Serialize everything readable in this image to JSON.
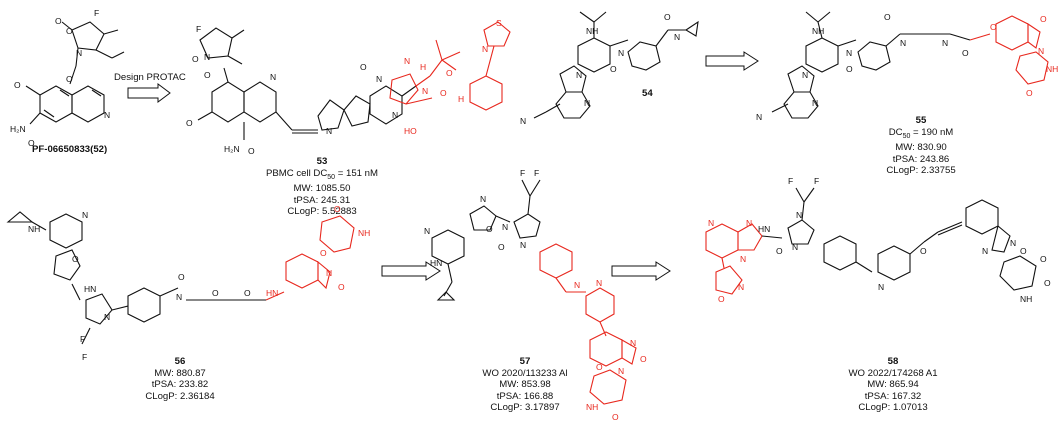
{
  "arrow_label": "Design PROTAC",
  "colors": {
    "black": "#111111",
    "red": "#e8281e"
  },
  "compounds": [
    {
      "id": "PF-06650833(52)",
      "lines": []
    },
    {
      "id": "53",
      "lines": [
        "PBMC cell DC",
        "50",
        " = 151 nM",
        "MW: 1085.50",
        "tPSA: 245.31",
        "CLogP: 5.52883"
      ]
    },
    {
      "id": "54",
      "lines": []
    },
    {
      "id": "55",
      "lines": [
        "DC",
        "50",
        " = 190 nM",
        "MW: 830.90",
        "tPSA: 243.86",
        "CLogP: 2.33755"
      ]
    },
    {
      "id": "56",
      "lines": [
        "MW: 880.87",
        "tPSA: 233.82",
        "CLogP: 2.36184"
      ]
    },
    {
      "id": "57",
      "lines": [
        "WO 2020/113233 Al",
        "MW: 853.98",
        "tPSA: 166.88",
        "CLogP: 3.17897"
      ]
    },
    {
      "id": "58",
      "lines": [
        "WO 2022/174268 A1",
        "MW: 865.94",
        "tPSA: 167.32",
        "CLogP: 1.07013"
      ]
    }
  ]
}
